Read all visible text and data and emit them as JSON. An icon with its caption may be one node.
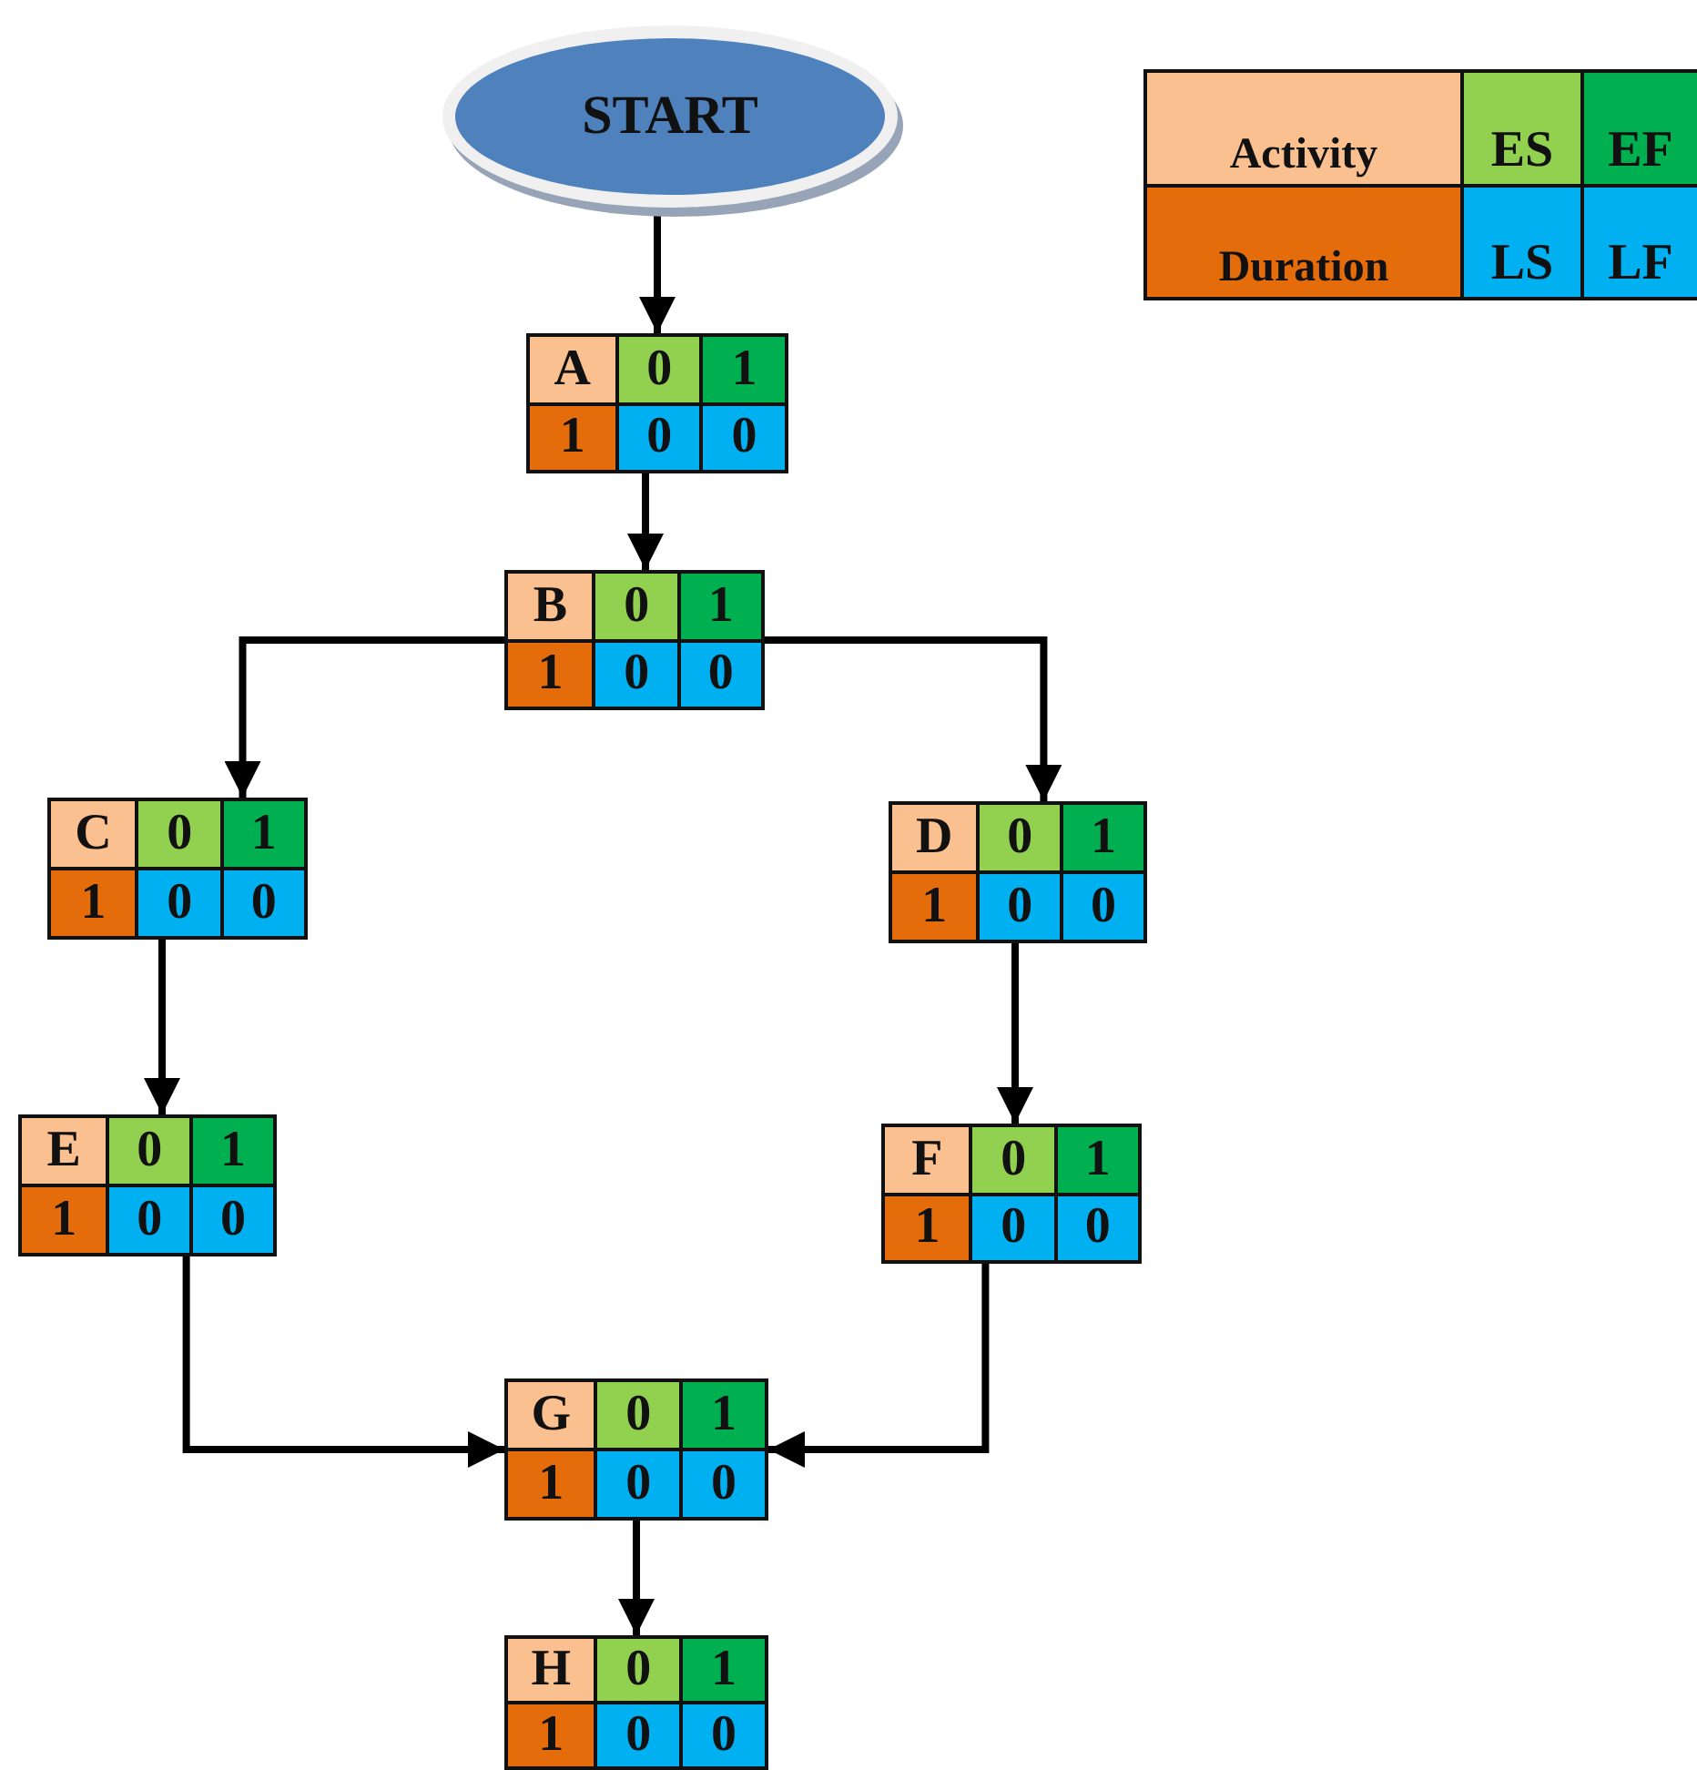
{
  "diagram": {
    "nodes": [
      {
        "text": [
          "START"
        ]
      },
      {
        "text": [
          "A",
          "0",
          "1",
          "1",
          "0",
          "0"
        ]
      },
      {
        "text": [
          "B",
          "0",
          "1",
          "1",
          "0",
          "0"
        ]
      },
      {
        "text": [
          "C",
          "0",
          "1",
          "1",
          "0",
          "0"
        ]
      },
      {
        "text": [
          "D",
          "0",
          "1",
          "1",
          "0",
          "0"
        ]
      },
      {
        "text": [
          "E",
          "0",
          "1",
          "1",
          "0",
          "0"
        ]
      },
      {
        "text": [
          "F",
          "0",
          "1",
          "1",
          "0",
          "0"
        ]
      },
      {
        "text": [
          "G",
          "0",
          "1",
          "1",
          "0",
          "0"
        ]
      },
      {
        "text": [
          "H",
          "0",
          "1",
          "1",
          "0",
          "0"
        ]
      },
      {
        "text": [
          "Activity",
          "ES",
          "EF",
          "Duration",
          "LS",
          "LF"
        ]
      }
    ],
    "edges": [
      {
        "from": 0,
        "to": 1,
        "arrow": "to"
      },
      {
        "from": 1,
        "to": 2,
        "arrow": "to"
      },
      {
        "from": 2,
        "to": 3,
        "arrow": "to"
      },
      {
        "from": 2,
        "to": 4,
        "arrow": "to"
      },
      {
        "from": 3,
        "to": 5,
        "arrow": "to"
      },
      {
        "from": 4,
        "to": 6,
        "arrow": "to"
      },
      {
        "from": 5,
        "to": 7,
        "arrow": "to"
      },
      {
        "from": 6,
        "to": 7,
        "arrow": "to"
      },
      {
        "from": 7,
        "to": 8,
        "arrow": "to"
      }
    ]
  }
}
